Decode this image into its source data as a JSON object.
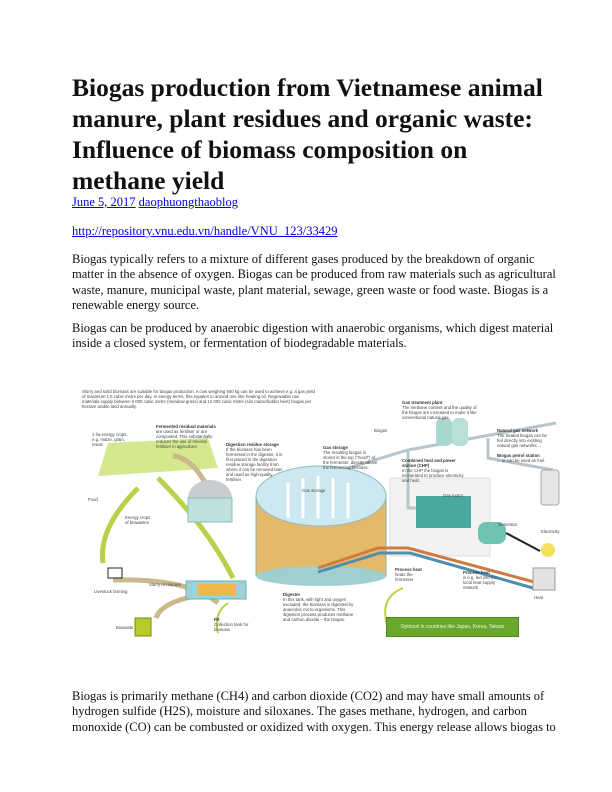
{
  "article": {
    "title": "Biogas production from Vietnamese animal manure, plant residues and organic waste: Influence of biomass composition on methane yield",
    "date": "June 5, 2017",
    "author": "daophuongthaoblog",
    "source_url": "http://repository.vnu.edu.vn/handle/VNU_123/33429",
    "paragraphs": [
      [
        "Biogas typically refers to a mixture of different gases produced by the breakdown of organic",
        "matter in the absence of oxygen. Biogas can be produced from raw materials such as agricultural",
        "waste, manure, municipal waste, plant material, sewage, green waste or food waste. Biogas is a",
        "renewable energy source."
      ],
      [
        "Biogas can be produced by anaerobic digestion with anaerobic organisms, which digest material",
        "inside a closed system, or fermentation of biodegradable materials."
      ],
      [
        "Biogas is primarily methane (CH4) and carbon dioxide (CO2) and may have small amounts of",
        "hydrogen sulfide (H2S), moisture and siloxanes. The gases methane, hydrogen, and carbon",
        "monoxide (CO) can be combusted or oxidized with oxygen. This energy release allows biogas to"
      ]
    ]
  },
  "diagram": {
    "intro": "Slurry and solid biomass are suitable for biogas production. A cow weighing 500 kg can be used to achieve e.g. a gas yield of maximum 1.5 cubic metre per day. In energy terms, this equates to around one litre heating oil. Regrowable raw materials supply between 6 000 cubic metre (meadow grass) and 12 000 cubic metre (silo maize/fodder beet) biogas per hectare arable land annually.",
    "crops": "1 ha energy crops, e.g. maize, grain, reeds",
    "fermented_title": "Fermented residual materials",
    "fermented_text": "are used as fertiliser or are composted. This substantially reduces the use of mineral fertiliser in agriculture.",
    "residue_title": "Digestion residue storage",
    "residue_text": "If the biomass has been fermented in the digester, it is first placed in the digestion residue storage facility from where it can be removed later and used as high-quality fertiliser.",
    "gas_storage_title": "Gas storage",
    "gas_storage_text": "The resulting biogas is stored in the top (\"hood\") of the fermenter, directly above the fermenting biomass.",
    "gas_storage_inner": "Gas storage",
    "biogas": "Biogas",
    "treatment_title": "Gas treatment plant",
    "treatment_text": "The methane content and the quality of the biogas are increased to make it like conventional natural gas.",
    "network_title": "Natural gas network",
    "network_text": "The treated biogas can be fed directly into existing natural gas networks ...",
    "petrol_title": "Biogas petrol station",
    "petrol_text": "... or can be used as fuel.",
    "chp_title": "Combined heat and power station (CHP)",
    "chp_text": "In the CHP the biogas is incinerated to produce electricity and heat.",
    "gas_motor": "Gas motor",
    "generator": "Generator",
    "electricity": "Electricity",
    "food": "Food",
    "energy_crops": "Energy crops of biowastes",
    "livestock": "Livestock farming",
    "slurry": "Slurry or manure",
    "biowaste": "Biowaste",
    "pit_title": "Pit",
    "pit_text": "Collection tank for biomass",
    "digester_title": "Digester",
    "digester_text": "In this tank, with light and oxygen excluded, the biomass is digested by anaerobic micro-organisms. This digestion process produces methane and carbon dioxide – the biogas.",
    "process_heat1_title": "Process heat",
    "process_heat1_text": "heats the fermenter",
    "process_heat2_title": "Process heat",
    "process_heat2_text": "is e.g. fed into the local heat supply network",
    "heat": "Heat",
    "banner": "Optional in countries like Japan, Korea, Taiwan"
  }
}
